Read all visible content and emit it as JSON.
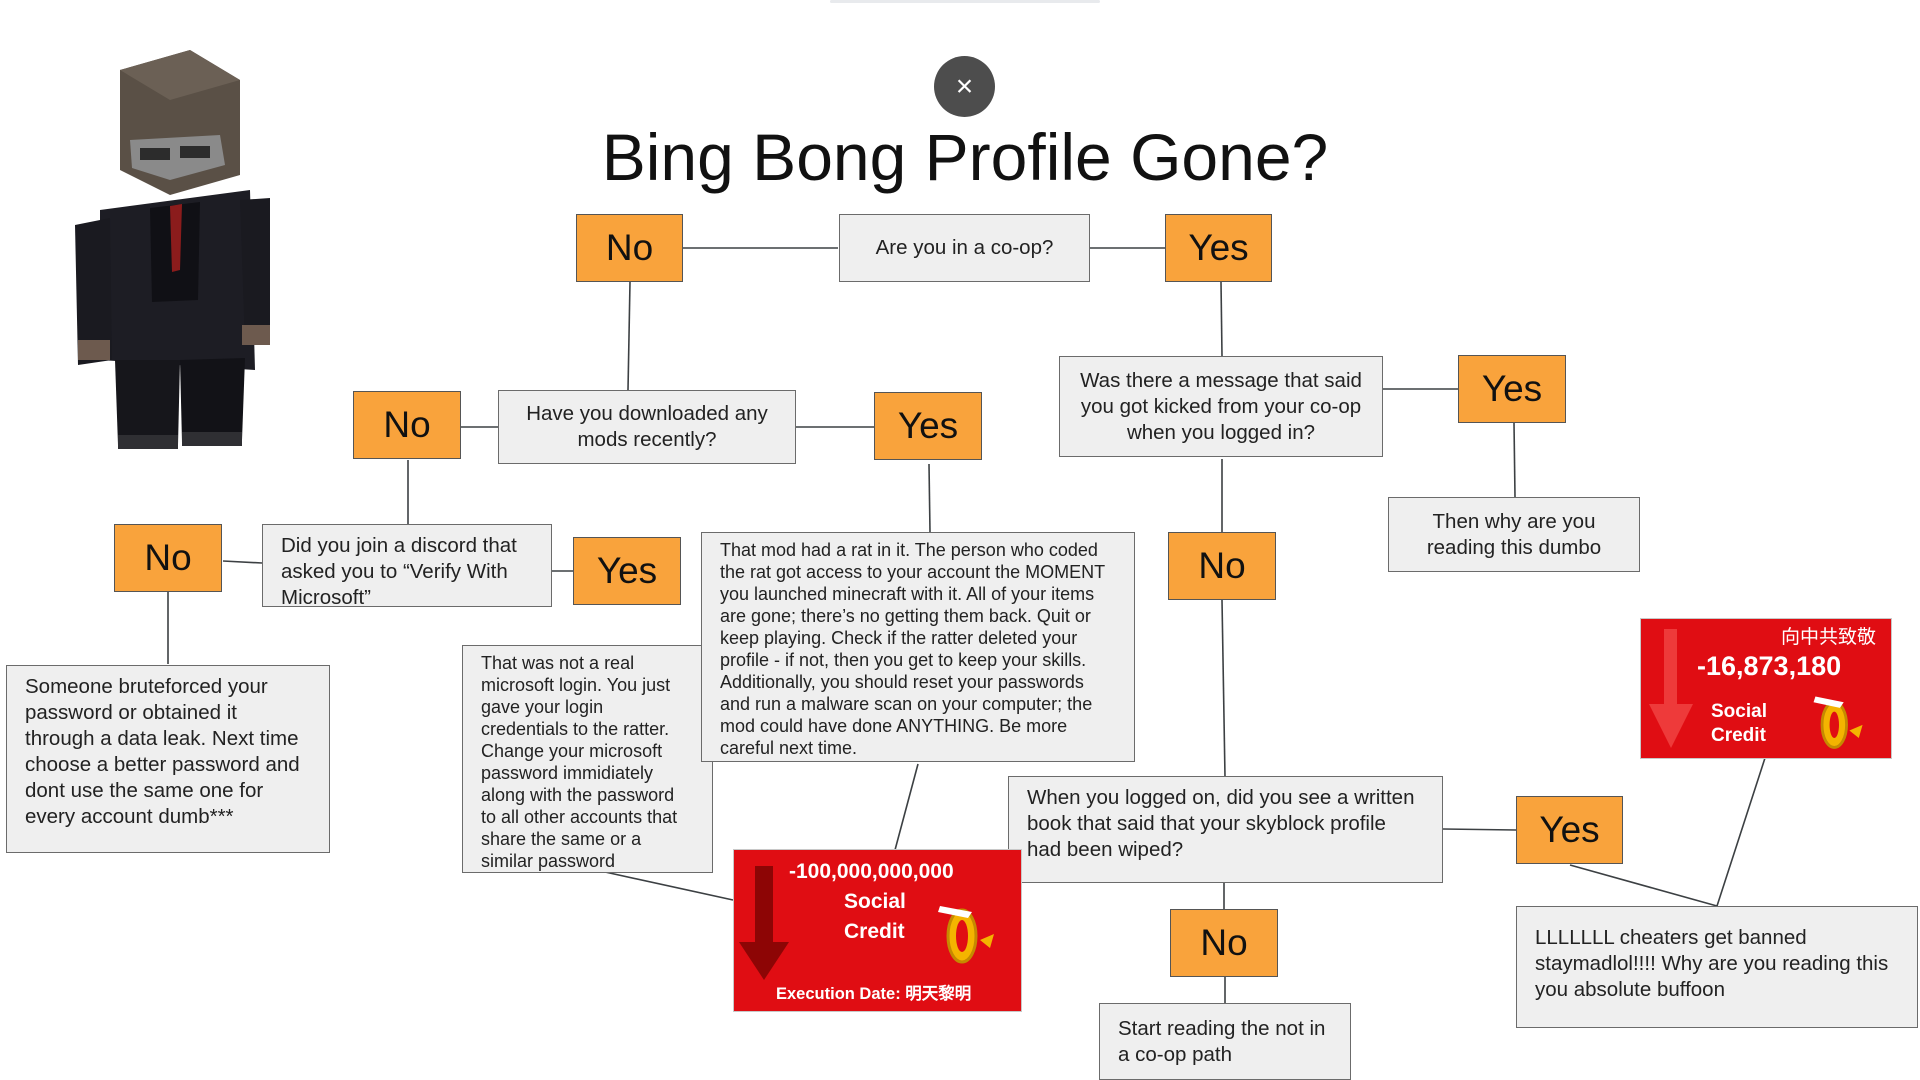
{
  "close_label": "×",
  "title": "Bing Bong Profile Gone?",
  "answers": {
    "no_top": "No",
    "yes_top": "Yes",
    "no_mods": "No",
    "yes_mods": "Yes",
    "yes_kicked": "Yes",
    "no_discord": "No",
    "yes_discord": "Yes",
    "no_kicked": "No",
    "yes_book": "Yes",
    "no_book": "No"
  },
  "questions": {
    "coop": "Are you in a co-op?",
    "mods": "Have you downloaded any mods recently?",
    "kicked": "Was there a message that said you got kicked from your co-op when you logged in?",
    "dumbo": "Then why are you reading this dumbo",
    "discord": "Did you join a discord that asked you to “Verify With Microsoft”",
    "bruteforce": "Someone bruteforced your password or obtained it through a data leak. Next time choose a better password and dont use the same one for every account dumb***",
    "fake_login": "That was not a real microsoft login. You just gave your login credentials to the ratter. Change your microsoft password immidiately along with the password to all other accounts that share the same or a similar password",
    "rat_mod": "That mod had a rat in it. The person who coded the rat got access to your account the MOMENT you launched minecraft with it. All of your items are gone; there’s no getting them back. Quit or keep playing. Check if the ratter deleted your profile - if not, then you get to keep your skills. Additionally, you should reset your passwords and run a malware scan on your computer; the mod could have done ANYTHING. Be more careful next time.",
    "book": "When you logged on, did you see a written book that said that your skyblock profile had been wiped?",
    "cheaters": "LLLLLLL cheaters get banned staymadlol!!!! Why are you reading this you absolute buffoon",
    "restart": "Start reading the not in a co-op path"
  },
  "social_credit_large": {
    "amount": "-100,000,000,000",
    "line1": "Social",
    "line2": "Credit",
    "execution": "Execution Date: 明天黎明"
  },
  "social_credit_small": {
    "header": "向中共致敬",
    "amount": "-16,873,180",
    "line1": "Social",
    "line2": "Credit"
  },
  "colors": {
    "answer_box": "#f9a33c",
    "question_box": "#efefef",
    "social_credit_red": "#e00d13",
    "close_button": "#4d4d4d"
  },
  "icons": {
    "close": "close-icon",
    "avatar": "minecraft-skin-avatar",
    "down_arrow": "down-arrow-icon",
    "coin": "coin-icon"
  }
}
